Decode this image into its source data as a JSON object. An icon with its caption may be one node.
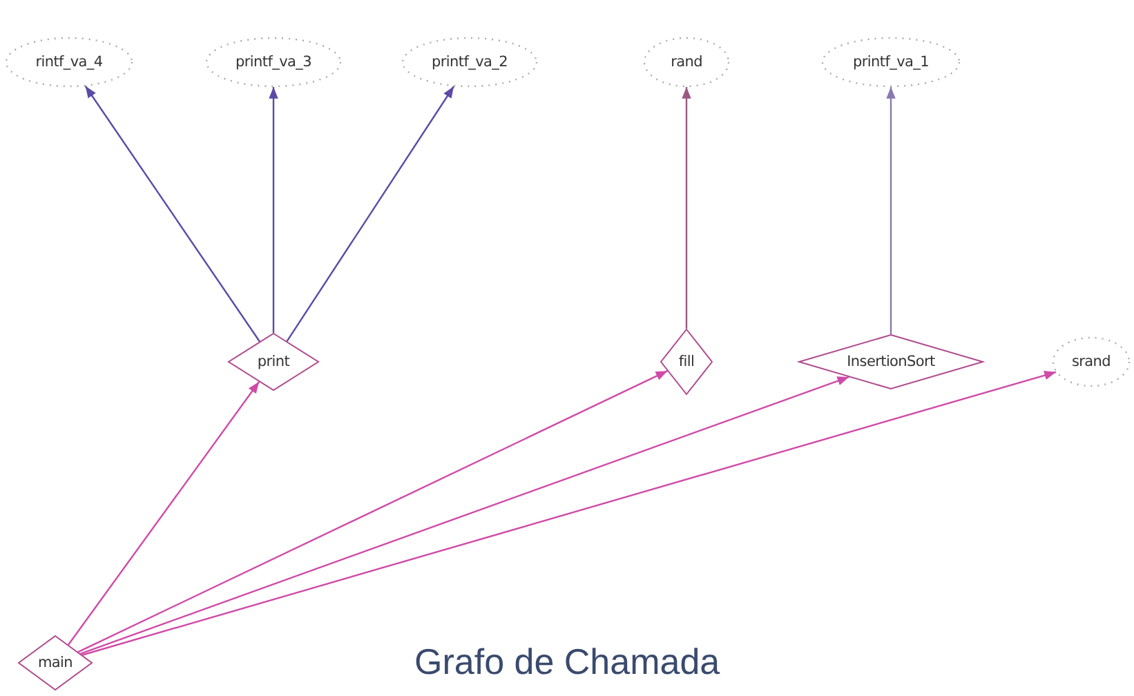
{
  "diagram": {
    "title": "Grafo de Chamada",
    "nodes": [
      {
        "text": [
          "rintf_va_4"
        ]
      },
      {
        "text": [
          "printf_va_3"
        ]
      },
      {
        "text": [
          "printf_va_2"
        ]
      },
      {
        "text": [
          "rand"
        ]
      },
      {
        "text": [
          "printf_va_1"
        ]
      },
      {
        "text": [
          "print"
        ]
      },
      {
        "text": [
          "fill"
        ]
      },
      {
        "text": [
          "InsertionSort"
        ]
      },
      {
        "text": [
          "srand"
        ]
      },
      {
        "text": [
          "main"
        ]
      }
    ],
    "edges": [
      {
        "from": 5,
        "to": 0,
        "arrow": "to",
        "color": "#5b4aa8"
      },
      {
        "from": 5,
        "to": 1,
        "arrow": "to",
        "color": "#5b4aa8"
      },
      {
        "from": 5,
        "to": 2,
        "arrow": "to",
        "color": "#5b4aa8"
      },
      {
        "from": 6,
        "to": 3,
        "arrow": "to",
        "color": "#9a5a84"
      },
      {
        "from": 7,
        "to": 4,
        "arrow": "to",
        "color": "#8a78b0"
      },
      {
        "from": 9,
        "to": 5,
        "arrow": "to"
      },
      {
        "from": 9,
        "to": 6,
        "arrow": "to"
      },
      {
        "from": 9,
        "to": 7,
        "arrow": "to"
      },
      {
        "from": 9,
        "to": 8,
        "arrow": "to"
      }
    ]
  }
}
